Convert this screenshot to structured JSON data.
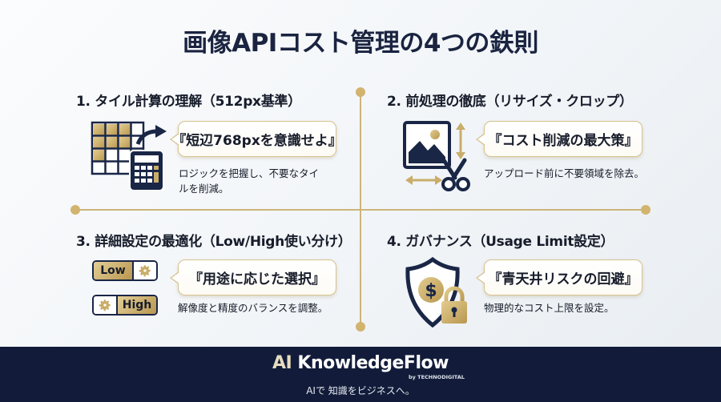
{
  "title": "画像APIコスト管理の4つの鉄則",
  "colors": {
    "navy": "#1a2646",
    "gold": "#cdb47a",
    "footer_bg": "#121c3a"
  },
  "sections": [
    {
      "heading": "1. タイル計算の理解（512px基準）",
      "icon": "tile-grid-calculator-icon",
      "callout": "『短辺768pxを意識せよ』",
      "description_line1": "ロジックを把握し、不要なタイ",
      "description_line2": "ルを削減。"
    },
    {
      "heading": "2. 前処理の徹底（リサイズ・クロップ）",
      "icon": "image-crop-scissors-icon",
      "callout": "『コスト削減の最大策』",
      "description_line1": "アップロード前に不要領域を除去。"
    },
    {
      "heading": "3. 詳細設定の最適化（Low/High使い分け）",
      "icon": "low-high-toggle-icon",
      "toggle_low": "Low",
      "toggle_high": "High",
      "callout": "『用途に応じた選択』",
      "description_line1": "解像度と精度のバランスを調整。"
    },
    {
      "heading": "4. ガバナンス（Usage Limit設定）",
      "icon": "shield-dollar-lock-icon",
      "callout": "『青天井リスクの回避』",
      "description_line1": "物理的なコスト上限を設定。"
    }
  ],
  "footer": {
    "brand_prefix": "AI",
    "brand_name": " KnowledgeFlow",
    "byline": "by TECHNODIGITAL",
    "tagline": "AIで 知識をビジネスへ。"
  }
}
